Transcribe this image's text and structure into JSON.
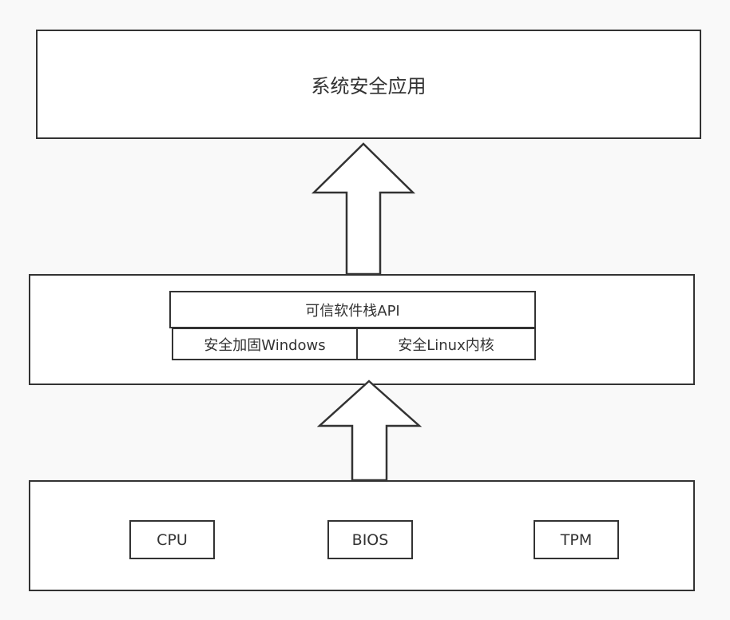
{
  "top_layer": {
    "label": "系统安全应用"
  },
  "middle_layer": {
    "api_label": "可信软件栈API",
    "windows_label": "安全加固Windows",
    "linux_label": "安全Linux内核"
  },
  "bottom_layer": {
    "components": [
      "CPU",
      "BIOS",
      "TPM"
    ]
  },
  "arrows": [
    {
      "from": "middle_layer",
      "to": "top_layer",
      "direction": "up"
    },
    {
      "from": "bottom_layer",
      "to": "middle_layer",
      "direction": "up"
    }
  ]
}
